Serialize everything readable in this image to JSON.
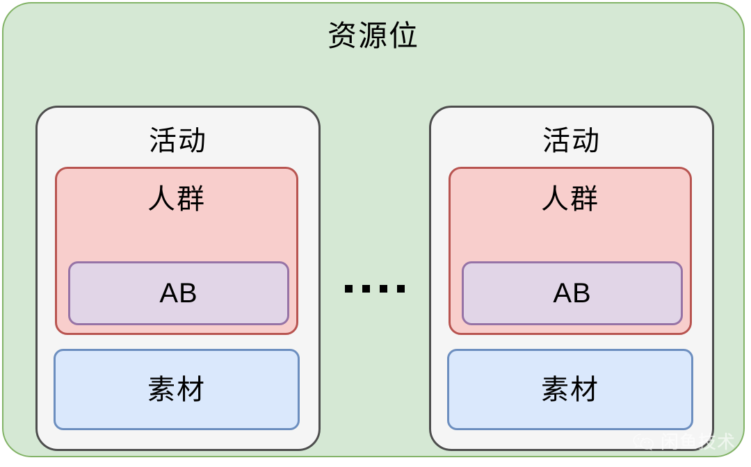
{
  "diagram": {
    "title": "资源位",
    "colors": {
      "slot_fill": "#D5E8D4",
      "slot_border": "#82B366",
      "card_fill": "#F5F5F5",
      "card_border": "#4D4D4D",
      "crowd_fill": "#F8CECC",
      "crowd_border": "#B85450",
      "ab_fill": "#E1D5E7",
      "ab_border": "#9673A6",
      "material_fill": "#DAE8FC",
      "material_border": "#6C8EBF",
      "text": "#000000"
    },
    "cards": [
      {
        "title": "活动",
        "crowd": {
          "title": "人群",
          "ab": {
            "label": "AB"
          }
        },
        "material": {
          "label": "素材"
        }
      },
      {
        "title": "活动",
        "crowd": {
          "title": "人群",
          "ab": {
            "label": "AB"
          }
        },
        "material": {
          "label": "素材"
        }
      }
    ],
    "connector": {
      "kind": "ellipsis",
      "dot_count": 4
    }
  },
  "watermark": {
    "icon": "wechat-icon",
    "text": "闲鱼技术"
  }
}
